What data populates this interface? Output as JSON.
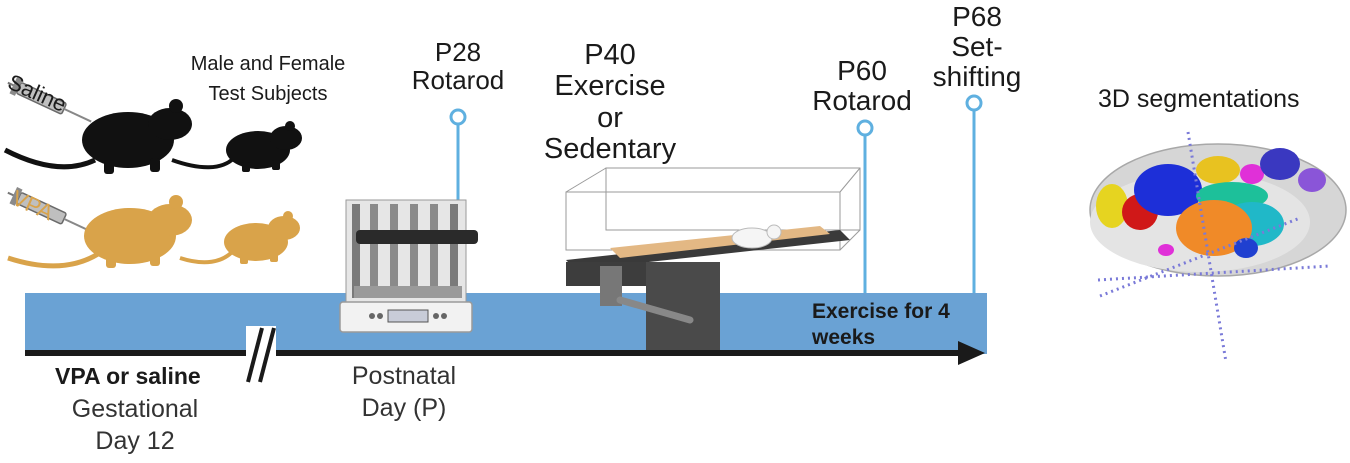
{
  "groups": {
    "saline_label": "Saline",
    "vpa_label": "VPA",
    "subjects_line1": "Male and Female",
    "subjects_line2": "Test Subjects"
  },
  "milestones": [
    {
      "lines": [
        "P28",
        "Rotarod"
      ]
    },
    {
      "lines": [
        "P40",
        "Exercise",
        "or",
        "Sedentary"
      ]
    },
    {
      "lines": [
        "P60",
        "Rotarod"
      ]
    },
    {
      "lines": [
        "P68",
        "Set-",
        "shifting"
      ]
    }
  ],
  "timeline": {
    "exercise_line1": "Exercise for 4",
    "exercise_line2": "weeks",
    "prenatal_bold": "VPA or saline",
    "prenatal_line1": "Gestational",
    "prenatal_line2": "Day 12",
    "postnatal_line1": "Postnatal",
    "postnatal_line2": "Day (P)"
  },
  "segmentation": {
    "title": "3D segmentations"
  },
  "colors": {
    "timeline_band": "#6aa2d4",
    "milestone_line": "#5fb0e0",
    "vpa": "#d9a34a",
    "saline": "#111111",
    "arrow": "#1a1a1a"
  }
}
